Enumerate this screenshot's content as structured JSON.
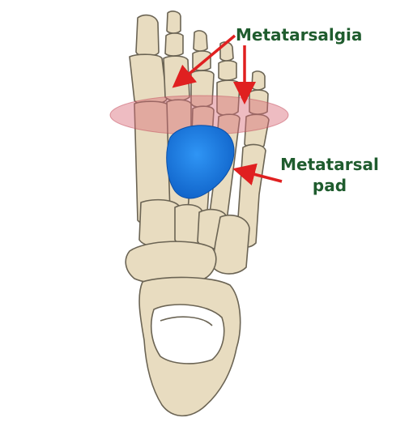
{
  "labels": {
    "metatarsalgia": "Metatarsalgia",
    "metatarsal_pad_line1": "Metatarsal",
    "metatarsal_pad_line2": "pad"
  },
  "colors": {
    "bone": "#e8dcc0",
    "bone_outline": "#6b6454",
    "highlight": "#d96a78",
    "pad": "#1e7fe0",
    "arrow": "#e02020",
    "label_text": "#1f5c2e"
  },
  "icons": {
    "foot": "foot-skeleton-illustration",
    "pad": "metatarsal-pad-shape",
    "zone": "metatarsal-head-highlight",
    "arrow": "red-pointer-arrow"
  }
}
